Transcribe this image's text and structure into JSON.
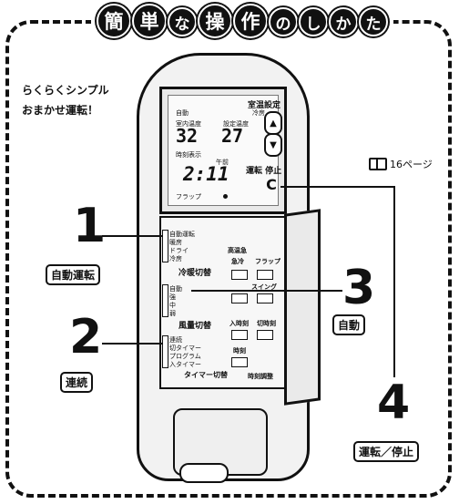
{
  "title": {
    "chars": [
      "簡",
      "単",
      "な",
      "操",
      "作",
      "の",
      "し",
      "か",
      "た"
    ]
  },
  "intro": {
    "line1": "らくらくシンプル",
    "line2": "おまかせ運転！"
  },
  "page_ref": {
    "icon": "book-pointer-icon",
    "text": "16ページ"
  },
  "remote": {
    "lcd": {
      "mode_label": "自動",
      "cool_label": "冷房",
      "room_temp_label": "室内温度",
      "set_temp_label": "設定温度",
      "room_temp_value": "32",
      "set_temp_value": "27",
      "clock_label": "時刻表示",
      "am_pm_label": "午前",
      "clock_value": "2:11",
      "flap_label": "フラップ"
    },
    "side_labels": {
      "temp_set": "室温設定",
      "run_stop": "運転 停止",
      "up_icon": "▲",
      "down_icon": "▼",
      "stop_icon": "C"
    },
    "switch_group1": [
      "自動運転",
      "暖房",
      "ドライ",
      "冷房"
    ],
    "switch_group1_title": "冷暖切替",
    "switch_group2": [
      "自動",
      "強",
      "中",
      "弱"
    ],
    "switch_group2_title": "風量切替",
    "switch_group3": [
      "連続",
      "切タイマー",
      "プログラム",
      "入タイマー"
    ],
    "switch_group3_title": "タイマー切替",
    "buttons": {
      "high_power": "高温急",
      "quick_cool": "急冷",
      "flap": "フラップ",
      "swing": "スイング",
      "on_time": "入時刻",
      "off_time": "切時刻",
      "time": "時刻",
      "time_change": "時刻調整"
    }
  },
  "callouts": [
    {
      "number": "1",
      "label": "自動運転"
    },
    {
      "number": "2",
      "label": "連続"
    },
    {
      "number": "3",
      "label": "自動"
    },
    {
      "number": "4",
      "label": "運転／停止"
    }
  ]
}
